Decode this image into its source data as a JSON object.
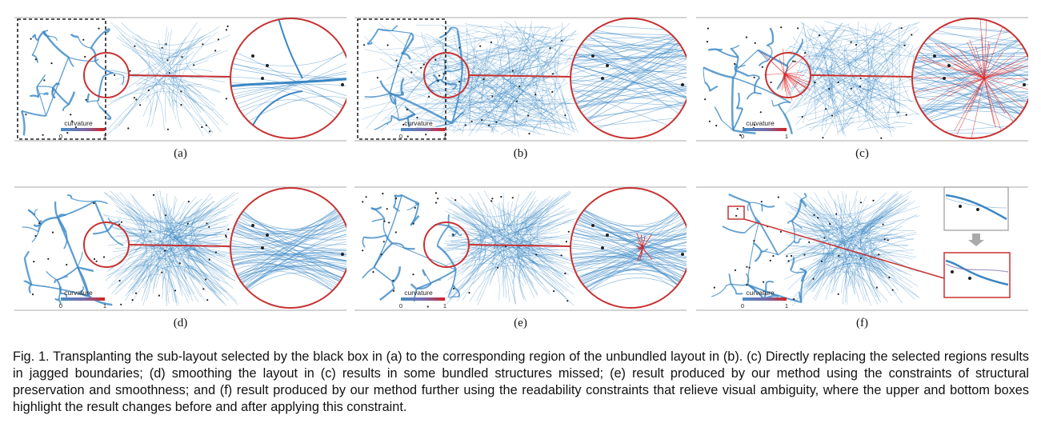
{
  "figure": {
    "panels": [
      {
        "id": "a",
        "label": "(a)",
        "variant": "bundled",
        "black_box": true,
        "red_edges": false
      },
      {
        "id": "b",
        "label": "(b)",
        "variant": "unbundled",
        "black_box": true,
        "red_edges": false
      },
      {
        "id": "c",
        "label": "(c)",
        "variant": "replaced",
        "black_box": false,
        "red_edges": true
      },
      {
        "id": "d",
        "label": "(d)",
        "variant": "smoothed",
        "black_box": false,
        "red_edges": false
      },
      {
        "id": "e",
        "label": "(e)",
        "variant": "ours",
        "black_box": false,
        "red_edges": false
      },
      {
        "id": "f",
        "label": "(f)",
        "variant": "ours-readability",
        "black_box": false,
        "red_edges": false
      }
    ],
    "legend": {
      "title": "curvature",
      "min_label": "0",
      "max_label": "1",
      "color_low": "#4a8ec8",
      "color_mid": "#7a6aa8",
      "color_high": "#d62020"
    },
    "colors": {
      "edge": "#3a87c4",
      "highlight": "#c83232",
      "selection": "#222222",
      "node": "#222222"
    },
    "caption": "Fig. 1. Transplanting the sub-layout selected by the black box in (a) to the corresponding region of the unbundled layout in (b). (c) Directly replacing the selected regions results in jagged boundaries; (d) smoothing the layout in (c) results in some bundled structures missed; (e) result produced by our method using the constraints of structural preservation and smoothness; and (f) result produced by our method further using the readability constraints that relieve visual ambiguity, where the upper and bottom boxes highlight the result changes before and after applying this constraint."
  }
}
